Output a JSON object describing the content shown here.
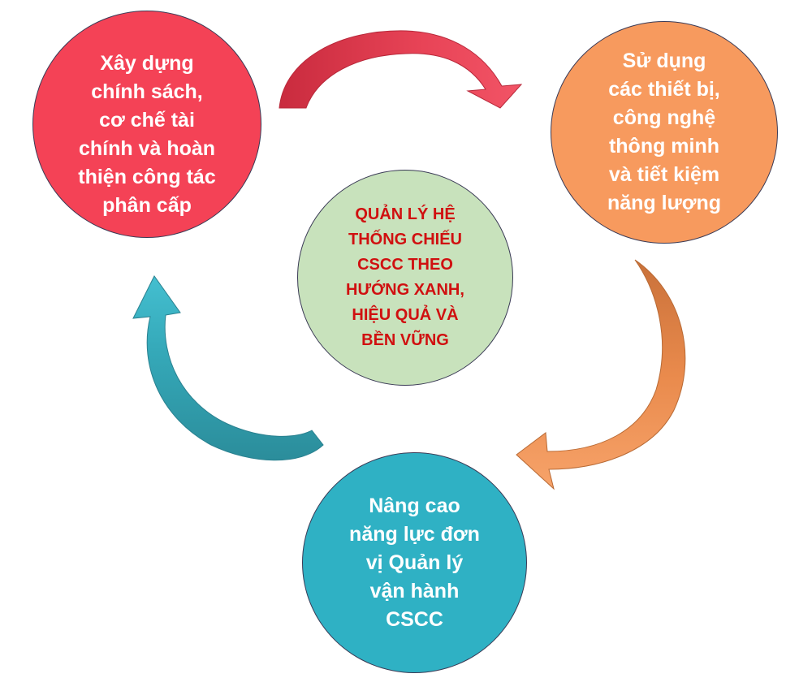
{
  "nodes": {
    "top_left": "Xây dựng\nchính sách,\ncơ chế tài\nchính và hoàn\nthiện công tác\nphân cấp",
    "top_right": "Sử dụng\ncác thiết bị,\ncông nghệ\nthông minh\nvà tiết kiệm\nnăng lượng",
    "center": "QUẢN LÝ HỆ\nTHỐNG CHIẾU\nCSCC THEO\nHƯỚNG XANH,\nHIỆU QUẢ VÀ\nBỀN VỮNG",
    "bottom": "Nâng cao\nnăng lực đơn\nvị Quản lý\nvận hành\nCSCC"
  },
  "colors": {
    "top_left": "#f44256",
    "top_right": "#f79a5e",
    "center": "#c8e2bc",
    "center_text": "#d01010",
    "bottom": "#2fb1c4",
    "arrow_red": "#d8384a",
    "arrow_orange": "#f28f4f",
    "arrow_teal": "#35a8b8"
  }
}
